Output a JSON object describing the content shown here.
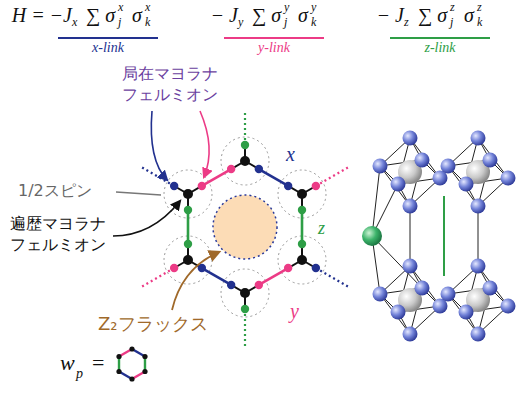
{
  "diagram": {
    "labels": [
      "H = −J",
      "x",
      "∑ σ",
      "j",
      "x",
      "σ",
      "k",
      "x",
      "− J",
      "y",
      "∑ σ",
      "j",
      "y",
      "σ",
      "k",
      "y",
      "− J",
      "z",
      "∑ σ",
      "j",
      "z",
      "σ",
      "k",
      "z",
      "x-link",
      "y-link",
      "z-link",
      "局在マヨラナ フェルミオン",
      "1/2スピン",
      "遍歴マヨラナ フェルミオン",
      "Z₂フラックス",
      "w",
      "p",
      "=",
      "x",
      "z",
      "y"
    ]
  }
}
